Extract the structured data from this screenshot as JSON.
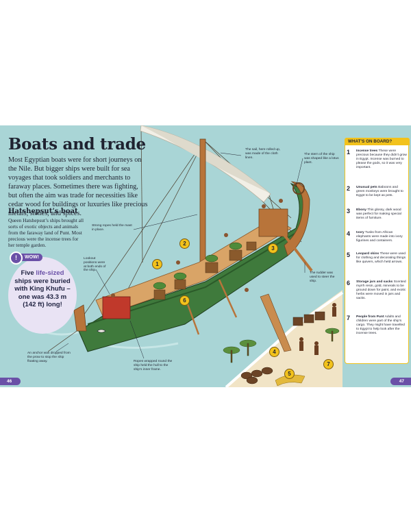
{
  "title": "Boats and trade",
  "intro": "Most Egyptian boats were for short journeys on the Nile. But bigger ships were built for sea voyages that took soldiers and merchants to faraway places. Sometimes there was fighting, but often the aim was trade for necessities like cedar wood for buildings or luxuries like precious metals, stones, and spices.",
  "subsection": {
    "heading": "Hatshepsut’s boat",
    "body": "Queen Hatshepsut’s ships brought all sorts of exotic objects and animals from the faraway land of Punt. Most precious were the incense trees for her temple garden."
  },
  "wow": {
    "tag": "WOW!",
    "dot": "!",
    "line1": "Five ",
    "line1_em": "life-sized",
    "line2": " ships were buried with King Khufu – one was ",
    "measure": "43.3 m (142 ft)",
    "line3": " long!"
  },
  "callouts": {
    "sail": "The sail, here rolled up, was made of the cloth linen.",
    "stern": "The stern of the ship was shaped like a lotus plant.",
    "ropes_mast": "Strong ropes held the mast in place.",
    "lookout": "Lookout positions were at both ends of the ship.",
    "rudder": "The rudder was used to steer the ship.",
    "anchor": "An anchor was dropped from the prow to stop the ship floating away.",
    "ropes_hull": "Ropes wrapped round the ship held the hull to the ship’s inner frame."
  },
  "panel": {
    "heading": "WHAT’S ON BOARD?",
    "items": [
      {
        "num": "1",
        "title": "Incense trees",
        "text": " These were precious because they didn’t grow in Egypt. Incense was burned to please the gods, so it was very important."
      },
      {
        "num": "2",
        "title": "Unusual pets",
        "text": " Baboons and green monkeys were brought to Egypt to be kept as pets."
      },
      {
        "num": "3",
        "title": "Ebony",
        "text": " This glossy, dark wood was perfect for making special items of furniture."
      },
      {
        "num": "4",
        "title": "Ivory",
        "text": " Tusks from African elephants were made into ivory figurines and containers."
      },
      {
        "num": "5",
        "title": "Leopard skins",
        "text": " These were used for clothing and decorating things like quivers, which held arrows."
      },
      {
        "num": "6",
        "title": "Storage jars and sacks",
        "text": " Scented myrrh resin, gold, minerals to be ground down for paint, and exotic herbs were moved in jars and sacks."
      },
      {
        "num": "7",
        "title": "People from Punt",
        "text": " Adults and children were part of the ship’s cargo. They might have travelled to Egypt to help look after the incense trees."
      }
    ]
  },
  "markers": [
    "1",
    "2",
    "3",
    "4",
    "5",
    "6",
    "7"
  ],
  "pages": {
    "left": "46",
    "right": "47"
  },
  "colors": {
    "accent_purple": "#6a50a7",
    "accent_yellow": "#f2c21c",
    "sea": "#a9d5d6",
    "hull_green": "#3f7a3c",
    "wood": "#b8743a"
  }
}
